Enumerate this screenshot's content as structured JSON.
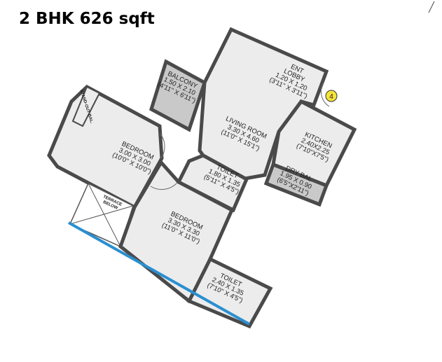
{
  "title": "2 BHK 626 sqft",
  "accent_color": "#2a8fd0",
  "rooms": {
    "ent_lobby": {
      "name": "ENT",
      "name2": "LOBBY",
      "dim_m": "1.20 X 1.20",
      "dim_ft": "(3'11\" X 3'11\")"
    },
    "balcony": {
      "name": "BALCONY",
      "dim_m": "1.50 X 2.10",
      "dim_ft": "(4'11\" X 6'11\")"
    },
    "living": {
      "name": "LIVING ROOM",
      "dim_m": "3.30 X 4.60",
      "dim_ft": "(11'0\" X 15'1\")"
    },
    "kitchen": {
      "name": "KITCHEN",
      "dim_m": "2.40X2.25",
      "dim_ft": "(7'10\"X7'5\")"
    },
    "bedroom1": {
      "name": "BEDROOM",
      "dim_m": "3.00 X 3.00",
      "dim_ft": "(10'0\" X 10'0\")"
    },
    "toilet1": {
      "name": "TOILET",
      "dim_m": "1.80 X 1.35",
      "dim_ft": "(5'11\" X 4'5\")"
    },
    "dry_bal": {
      "name": "DRY BAL",
      "dim_m": "1.95 X 0.90",
      "dim_ft": "(6'5\"X2'11\")"
    },
    "bedroom2": {
      "name": "BEDROOM",
      "dim_m": "3.30 X 3.30",
      "dim_ft": "(11'0\" X 11'0\")"
    },
    "toilet2": {
      "name": "TOILET",
      "dim_m": "2.40 X 1.35",
      "dim_ft": "(7'10\" X 4'5\")"
    },
    "terrace": {
      "name": "TERRACE",
      "name2": "BELOW"
    },
    "standout": {
      "name": "STAND-OUT BAL."
    }
  },
  "entrance_badge": "4"
}
